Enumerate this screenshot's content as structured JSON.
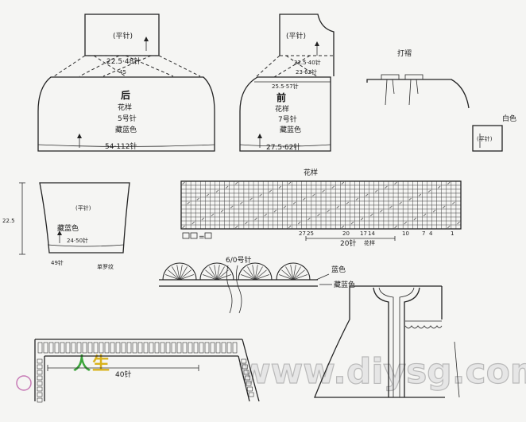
{
  "back_piece": {
    "yoke_label": "(平针)",
    "yoke_size": "22.5·48针",
    "yoke_count": "45",
    "name": "后",
    "pattern": "花样",
    "needle": "5号针",
    "color": "藏蓝色",
    "bottom_size": "54·112针"
  },
  "front_piece": {
    "yoke_label": "(平针)",
    "yoke_size": "22.5·40针",
    "mid_size": "23·62针",
    "chest_size": "25.5·57针",
    "name": "前",
    "pattern": "花样",
    "needle": "7号针",
    "color": "藏蓝色",
    "bottom_size": "27.5·62针"
  },
  "pleat_detail": {
    "label": "打褶"
  },
  "white_piece": {
    "color": "白色",
    "label": "(平针)"
  },
  "sleeve": {
    "label": "(平针)",
    "height": "22.5",
    "color": "藏蓝色",
    "size": "24·50针",
    "cuff_count": "49针",
    "rib": "单罗纹"
  },
  "pattern_chart": {
    "title": "花样",
    "column_numbers": [
      "27",
      "25",
      "20",
      "17",
      "14",
      "10",
      "7",
      "4",
      "1"
    ],
    "span": "20针",
    "span_label": "花样",
    "legend_eq": "="
  },
  "edging": {
    "hook": "6/0号针",
    "color_blue": "蓝色",
    "color_navy": "藏蓝色"
  },
  "border": {
    "count": "40针"
  },
  "watermark": {
    "site": "www.diysg.com",
    "logo_1": "人",
    "logo_2": "生"
  },
  "colors": {
    "ink": "#232323",
    "paper": "#f5f5f3",
    "logo_green": "#3aa53a",
    "logo_yellow": "#d9b21c"
  }
}
